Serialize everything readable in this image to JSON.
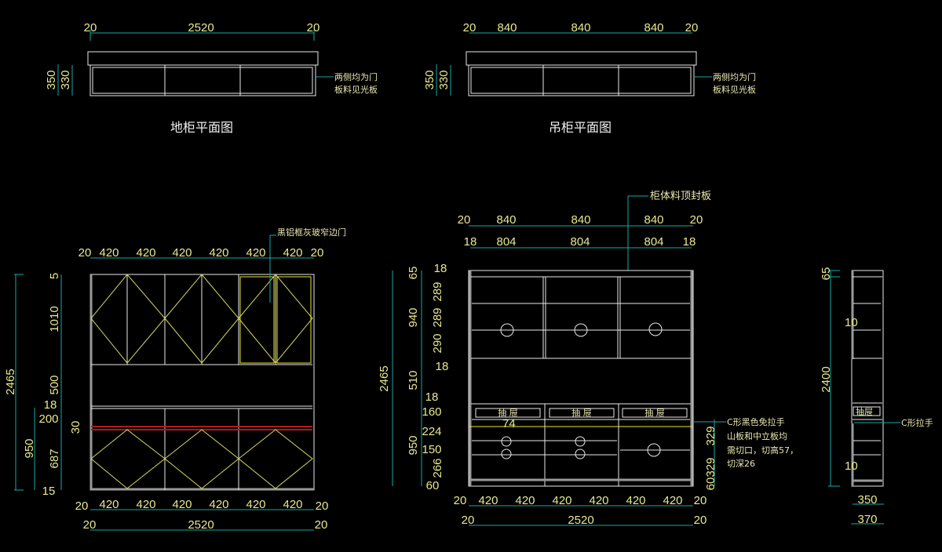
{
  "floor_plan": {
    "title": "地柜平面图",
    "dims_top": [
      "20",
      "2520",
      "20"
    ],
    "dims_left": [
      "350",
      "330"
    ],
    "note": [
      "两侧均为门",
      "板料见光板"
    ]
  },
  "wall_plan": {
    "title": "吊柜平面图",
    "dims_top": [
      "20",
      "840",
      "840",
      "840",
      "20"
    ],
    "dims_left": [
      "350",
      "330"
    ],
    "note": [
      "两侧均为门",
      "板料见光板"
    ]
  },
  "left_elev": {
    "note": "黑铝框灰玻窄边门",
    "dims_top": [
      "20",
      "420",
      "420",
      "420",
      "420",
      "420",
      "420",
      "20"
    ],
    "overall": "2465",
    "sub_total": "950",
    "dims_left": [
      "5",
      "1010",
      "500",
      "18",
      "200",
      "30",
      "687",
      "15"
    ],
    "dims_bottom": [
      "20",
      "420",
      "420",
      "420",
      "420",
      "420",
      "420",
      "20"
    ],
    "total": [
      "20",
      "2520",
      "20"
    ]
  },
  "mid_elev": {
    "note_top": "柜体料顶封板",
    "dims_top1": [
      "20",
      "840",
      "840",
      "840",
      "20"
    ],
    "dims_top2": [
      "18",
      "804",
      "804",
      "804",
      "18"
    ],
    "overall": "2465",
    "sub_upper": "940",
    "sub_mid": "510",
    "sub_lower": "950",
    "dims_left": [
      "65",
      "18",
      "289",
      "289",
      "290",
      "18",
      "18",
      "160",
      "224",
      "150",
      "266",
      "60"
    ],
    "drawer_label": "抽 屉",
    "gap": "74",
    "dims_right": [
      "329",
      "329",
      "60"
    ],
    "note": [
      "C形黑色免拉手",
      "山板和中立板均",
      "需切口，切高57，",
      "切深26"
    ],
    "dims_bottom": [
      "20",
      "420",
      "420",
      "420",
      "420",
      "420",
      "420",
      "20"
    ],
    "total": [
      "20",
      "2520",
      "20"
    ]
  },
  "side_elev": {
    "dims_left": [
      "65",
      "2400"
    ],
    "inner": [
      "10",
      "10"
    ],
    "drawer_label": "抽屉",
    "note": "C形拉手",
    "dims_bottom": [
      "350",
      "370"
    ]
  }
}
